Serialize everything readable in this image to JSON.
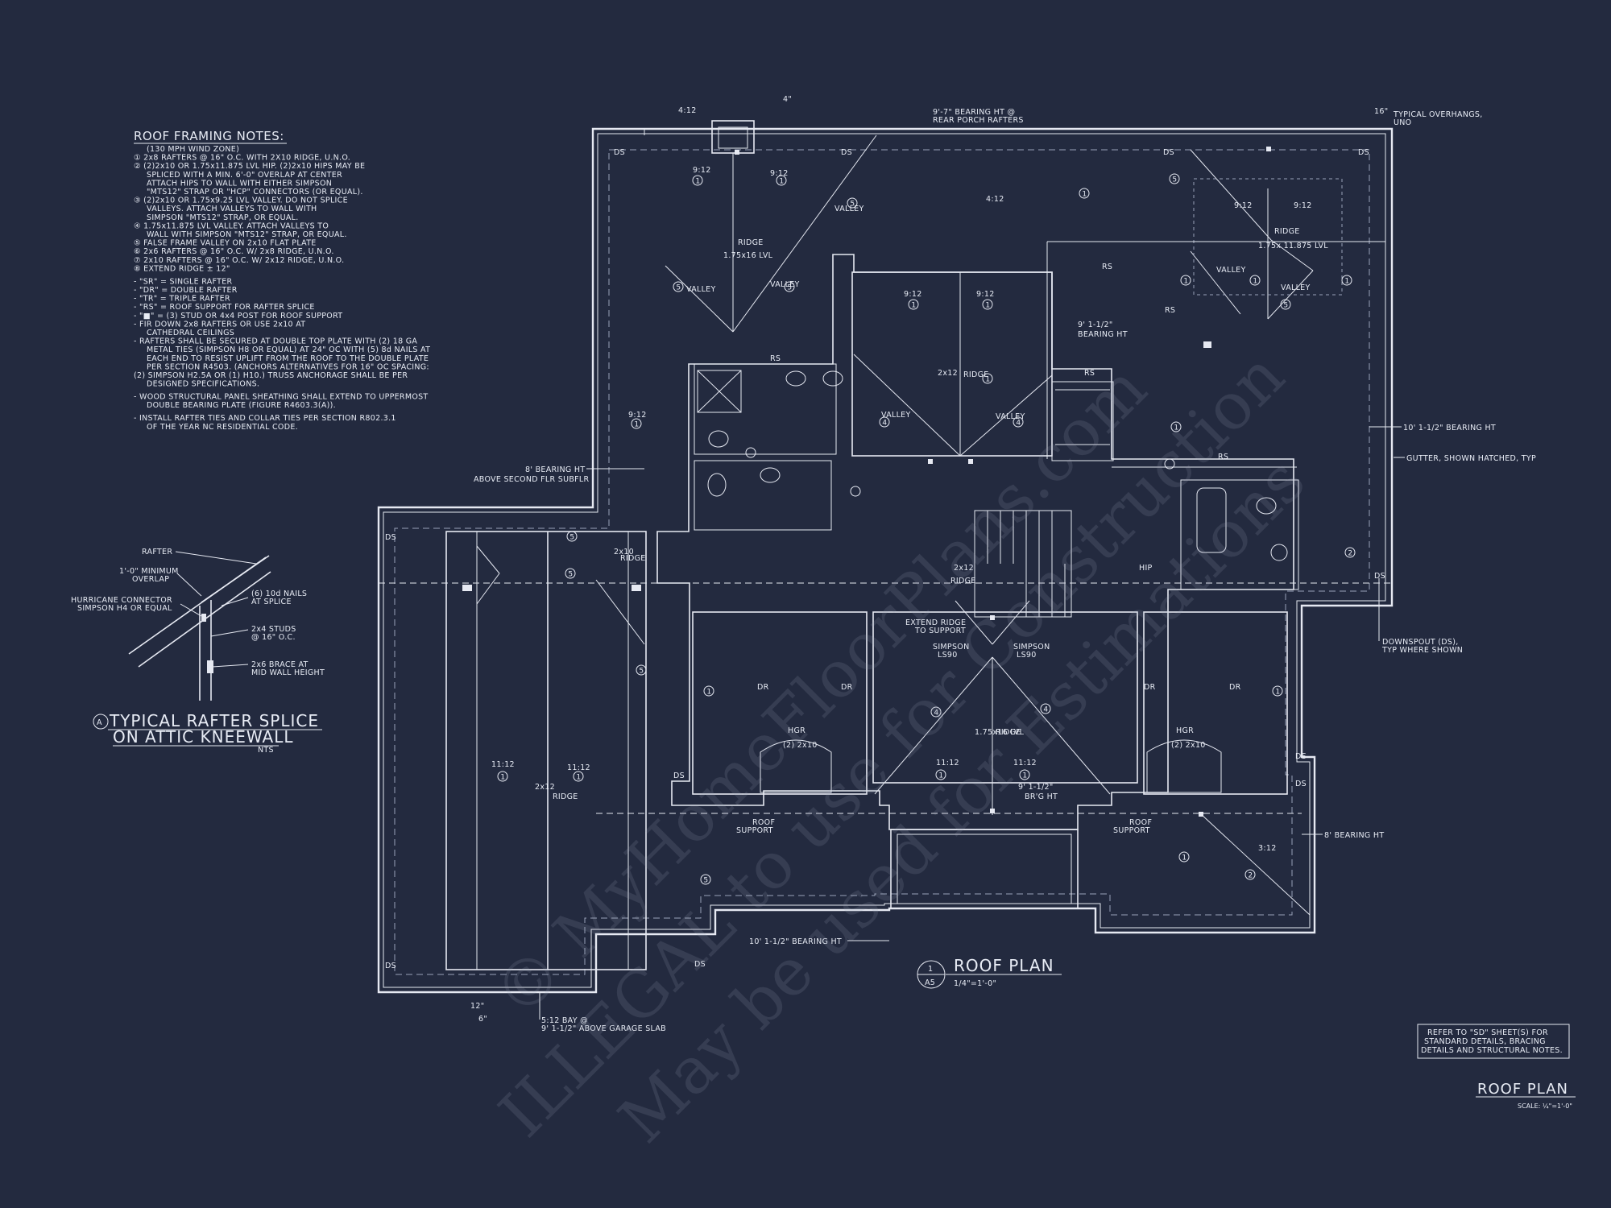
{
  "colors": {
    "background": "#232a3f",
    "linework": "#e6e9f2"
  },
  "notes": {
    "title": "ROOF FRAMING NOTES:",
    "lines": [
      "(130 MPH WIND ZONE)",
      "① 2x8 RAFTERS @ 16\" O.C. WITH 2X10 RIDGE, U.N.O.",
      "② (2)2x10 OR 1.75x11.875 LVL HIP. (2)2x10 HIPS MAY BE",
      "SPLICED WITH A MIN. 6'-0\" OVERLAP AT CENTER",
      "ATTACH HIPS TO WALL WITH EITHER SIMPSON",
      "\"MTS12\" STRAP OR \"HCP\" CONNECTORS (OR EQUAL).",
      "③ (2)2x10 OR 1.75x9.25 LVL VALLEY.  DO NOT SPLICE",
      "VALLEYS.  ATTACH VALLEYS TO WALL WITH",
      "SIMPSON \"MTS12\" STRAP, OR EQUAL.",
      "④ 1.75x11.875 LVL VALLEY.  ATTACH VALLEYS TO",
      "WALL WITH SIMPSON \"MTS12\" STRAP, OR EQUAL.",
      "⑤ FALSE FRAME VALLEY ON 2x10 FLAT PLATE",
      "⑥ 2x6 RAFTERS @ 16\" O.C. W/ 2x8 RIDGE, U.N.O.",
      "⑦ 2x10 RAFTERS @ 16\" O.C. W/ 2x12 RIDGE, U.N.O.",
      "⑧ EXTEND RIDGE ± 12\"",
      "- \"SR\" = SINGLE RAFTER",
      "- \"DR\" = DOUBLE RAFTER",
      "- \"TR\" = TRIPLE RAFTER",
      "- \"RS\" = ROOF SUPPORT FOR RAFTER SPLICE",
      "- \"■\" = (3) STUD OR 4x4 POST FOR ROOF SUPPORT",
      "- FIR DOWN 2x8 RAFTERS OR USE 2x10 AT",
      "CATHEDRAL CEILINGS",
      "- RAFTERS SHALL BE SECURED AT DOUBLE TOP PLATE WITH (2) 18 GA",
      "METAL TIES (SIMPSON H8 OR EQUAL) AT 24\" OC WITH (5) 8d NAILS AT",
      "EACH END TO RESIST UPLIFT FROM THE ROOF TO THE DOUBLE PLATE",
      "PER SECTION R4503. (ANCHORS ALTERNATIVES FOR 16\" OC SPACING:",
      "(2) SIMPSON H2.5A OR (1) H10.) TRUSS ANCHORAGE SHALL BE PER",
      "DESIGNED SPECIFICATIONS.",
      "- WOOD STRUCTURAL PANEL SHEATHING SHALL EXTEND TO UPPERMOST",
      "DOUBLE BEARING PLATE (FIGURE R4603.3(A)).",
      "- INSTALL RAFTER TIES AND COLLAR TIES PER SECTION R802.3.1",
      "OF THE YEAR NC RESIDENTIAL CODE."
    ]
  },
  "splice_detail": {
    "labels": {
      "rafter": "RAFTER",
      "overlap1": "1'-0\" MINIMUM",
      "overlap2": "OVERLAP",
      "hurricane1": "HURRICANE CONNECTOR",
      "hurricane2": "SIMPSON H4 OR EQUAL",
      "nails1": "(6) 10d NAILS",
      "nails2": "AT SPLICE",
      "studs1": "2x4 STUDS",
      "studs2": "@ 16\" O.C.",
      "brace1": "2x6 BRACE AT",
      "brace2": "MID WALL HEIGHT"
    },
    "marker": "A",
    "title1": "TYPICAL RAFTER SPLICE",
    "title2": "ON ATTIC KNEEWALL",
    "scale": "NTS"
  },
  "plan_labels": {
    "pitch_4_12": "4:12",
    "pitch_9_12": "9:12",
    "pitch_11_12": "11:12",
    "pitch_3_12": "3:12",
    "pitch_5_12": "5:12",
    "circle_1": "1",
    "circle_2": "2",
    "circle_4": "4",
    "circle_5": "5",
    "ds": "DS",
    "rs": "RS",
    "dr": "DR",
    "hgr": "HGR",
    "hgr_size": "(2) 2x10",
    "valley": "VALLEY",
    "ridge": "RIDGE",
    "hip": "HIP",
    "lvl_ridge": "1.75x16 LVL",
    "lvl_ridge_r": "1.75x 11.875 LVL",
    "twox12": "2x12",
    "twox10": "2x10",
    "rear_bearing1": "9'-7\" BEARING HT @",
    "rear_bearing2": "REAR PORCH RAFTERS",
    "overhang1": "TYPICAL OVERHANGS,",
    "overhang2": "UNO",
    "overhang_dim": "16\"",
    "bearing_91": "9' 1-1/2\"",
    "bearing_91b": "BEARING HT",
    "bearing_101": "10' 1-1/2\" BEARING HT",
    "gutter": "GUTTER, SHOWN HATCHED, TYP",
    "bearing_8a": "8' BEARING HT",
    "bearing_8b": "ABOVE SECOND FLR SUBFLR",
    "extend_ridge1": "EXTEND RIDGE",
    "extend_ridge2": "TO SUPPORT",
    "simpson": "SIMPSON",
    "lss": "LS90",
    "downspout1": "DOWNSPOUT (DS),",
    "downspout2": "TYP WHERE SHOWN",
    "roof_support1": "ROOF",
    "roof_support2": "SUPPORT",
    "brg_ht": "BR'G HT",
    "bearing_8": "8' BEARING HT",
    "bearing_bottom": "10' 1-1/2\" BEARING HT",
    "bay1": "5:12 BAY @",
    "bay2": "9' 1-1/2\" ABOVE GARAGE SLAB",
    "dim_12": "12\"",
    "dim_6": "6\"",
    "dim_4": "4\""
  },
  "roof_plan_title": {
    "number": "1",
    "sheet": "A5",
    "title": "ROOF PLAN",
    "scale": "1/4\"=1'-0\""
  },
  "refer_box": {
    "lines": [
      "REFER TO \"SD\" SHEET(S) FOR",
      "STANDARD DETAILS, BRACING",
      "DETAILS AND STRUCTURAL NOTES."
    ]
  },
  "sheet_title": {
    "title": "ROOF PLAN",
    "scale": "SCALE: ¼\"=1'-0\""
  },
  "watermark": {
    "line1": "© MyHomeFloorPlans.com",
    "line2": "ILLEGAL to use for Construction",
    "line3": "May be used for Estimations"
  }
}
